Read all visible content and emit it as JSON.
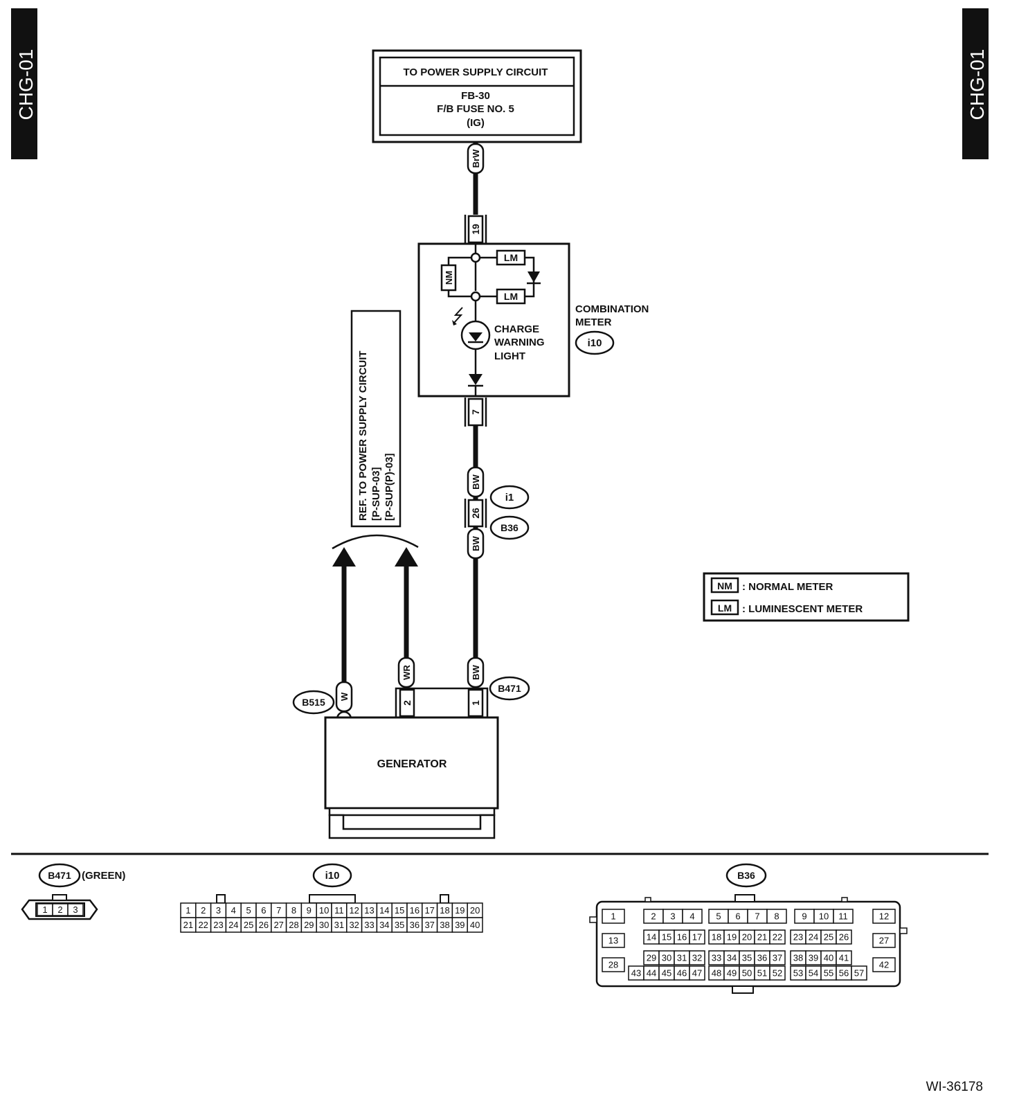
{
  "side_tabs": {
    "left": "CHG-01",
    "right": "CHG-01"
  },
  "power_box": {
    "header": "TO POWER SUPPLY CIRCUIT",
    "line1": "FB-30",
    "line2": "F/B FUSE NO. 5",
    "line3": "(IG)"
  },
  "wires": {
    "top_color": "BrW",
    "meter_in_pin": "19",
    "meter_out_pin": "7",
    "bw_upper": "BW",
    "pin_26": "26",
    "bw_lower": "BW",
    "bw_gen": "BW",
    "wr": "WR",
    "w": "W",
    "gen_pin_2": "2",
    "gen_pin_1": "1"
  },
  "meter": {
    "lm_top": "LM",
    "lm_bottom": "LM",
    "nm": "NM",
    "light_line1": "CHARGE",
    "light_line2": "WARNING",
    "light_line3": "LIGHT",
    "title_line1": "COMBINATION",
    "title_line2": "METER",
    "connector": "i10"
  },
  "connectors": {
    "i1": "i1",
    "b36": "B36",
    "b471": "B471",
    "b515": "B515"
  },
  "ref_box": {
    "line1": "REF. TO POWER SUPPLY CIRCUIT",
    "line2": "[P-SUP-03]",
    "line3": "[P-SUP(P)-03]"
  },
  "generator": {
    "label": "GENERATOR"
  },
  "legend": {
    "nm_code": "NM",
    "nm_text": ": NORMAL METER",
    "lm_code": "LM",
    "lm_text": ": LUMINESCENT METER"
  },
  "connector_views": {
    "b471": {
      "label": "B471",
      "note": "(GREEN)",
      "pins": [
        "1",
        "2",
        "3"
      ]
    },
    "i10": {
      "label": "i10",
      "row1": [
        "1",
        "2",
        "3",
        "4",
        "5",
        "6",
        "7",
        "8",
        "9",
        "10",
        "11",
        "12",
        "13",
        "14",
        "15",
        "16",
        "17",
        "18",
        "19",
        "20"
      ],
      "row2": [
        "21",
        "22",
        "23",
        "24",
        "25",
        "26",
        "27",
        "28",
        "29",
        "30",
        "31",
        "32",
        "33",
        "34",
        "35",
        "36",
        "37",
        "38",
        "39",
        "40"
      ]
    },
    "b36": {
      "label": "B36",
      "side_left": [
        "1",
        "13",
        "28"
      ],
      "side_right": [
        "12",
        "27",
        "42"
      ],
      "row1": [
        [
          "2",
          "3",
          "4"
        ],
        [
          "5",
          "6",
          "7",
          "8"
        ],
        [
          "9",
          "10",
          "11"
        ]
      ],
      "row2": [
        [
          "14",
          "15",
          "16",
          "17"
        ],
        [
          "18",
          "19",
          "20",
          "21",
          "22"
        ],
        [
          "23",
          "24",
          "25",
          "26"
        ]
      ],
      "row3": [
        [
          "29",
          "30",
          "31",
          "32"
        ],
        [
          "33",
          "34",
          "35",
          "36",
          "37"
        ],
        [
          "38",
          "39",
          "40",
          "41"
        ]
      ],
      "row4": [
        [
          "43",
          "44",
          "45",
          "46",
          "47"
        ],
        [
          "48",
          "49",
          "50",
          "51",
          "52"
        ],
        [
          "53",
          "54",
          "55",
          "56",
          "57"
        ]
      ]
    }
  },
  "figure_id": "WI-36178"
}
